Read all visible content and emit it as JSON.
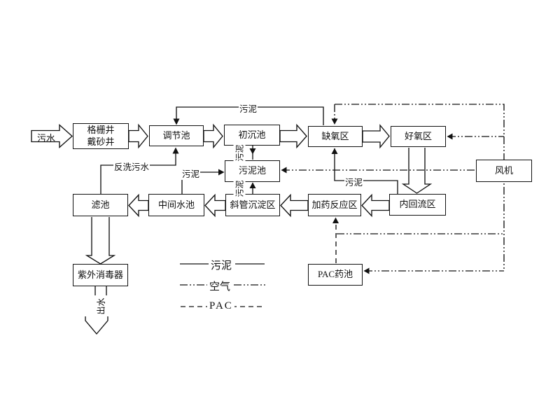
{
  "diagram": {
    "inflow_label": "污水",
    "outflow_label": "出水",
    "boxes": {
      "grit_line1": "格栅井",
      "grit_line2": "戴砂井",
      "regulating": "调节池",
      "primary_sed": "初沉池",
      "anoxic": "缺氧区",
      "aerobic": "好氧区",
      "blower": "风机",
      "sludge_tank": "污泥池",
      "filter": "滤池",
      "middle_tank": "中间水池",
      "inclined_sed": "斜管沉淀区",
      "dosing_zone": "加药反应区",
      "reflux_zone": "内回流区",
      "uv": "紫外消毒器",
      "pac_tank": "PAC药池"
    },
    "line_labels": {
      "sludge_top": "污泥",
      "backwash": "反洗污水",
      "sludge_mid": "污泥",
      "sludge_reflux": "污泥",
      "sludge_v1": "污泥",
      "sludge_v2": "污泥"
    },
    "legend": {
      "sludge": "污泥",
      "air": "空气",
      "pac": "PAC"
    },
    "colors": {
      "line": "#111111",
      "background": "#ffffff"
    }
  }
}
